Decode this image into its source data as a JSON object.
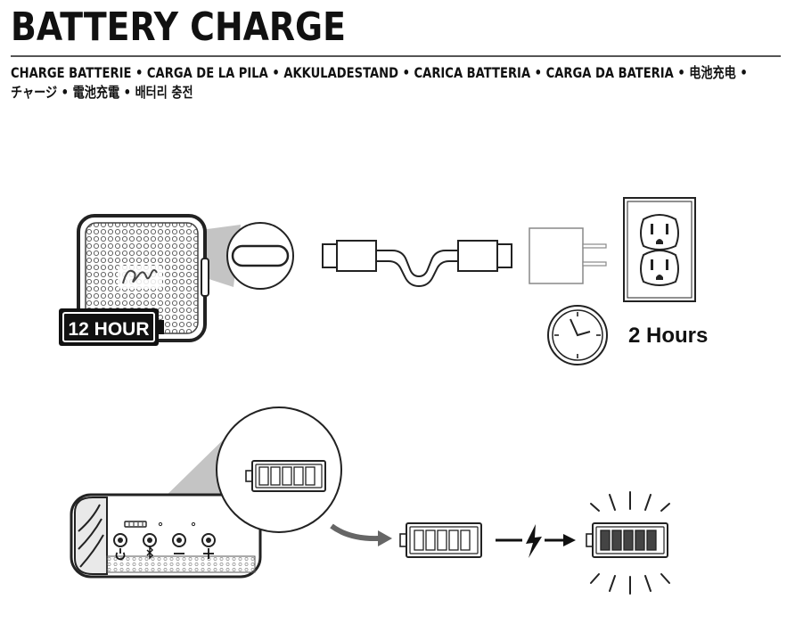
{
  "header": {
    "title": "BATTERY CHARGE",
    "subtitle_line1": "CHARGE BATTERIE • CARGA DE LA PILA • AKKULADESTAND • CARICA BATTERIA • CARGA DA BATERIA • 电池充电 •",
    "subtitle_line2": "チャージ • 電池充電 • 배터리 충전"
  },
  "charging": {
    "playtime_badge": "12 HOUR",
    "charge_time": "2 Hours"
  },
  "colors": {
    "ink": "#111111",
    "stroke": "#333333",
    "callout_gray": "#bfbfbf",
    "speaker_fill": "#e9e9e9"
  },
  "battery_indicator": {
    "segments": 5,
    "empty_level": 0,
    "full_level": 1
  }
}
